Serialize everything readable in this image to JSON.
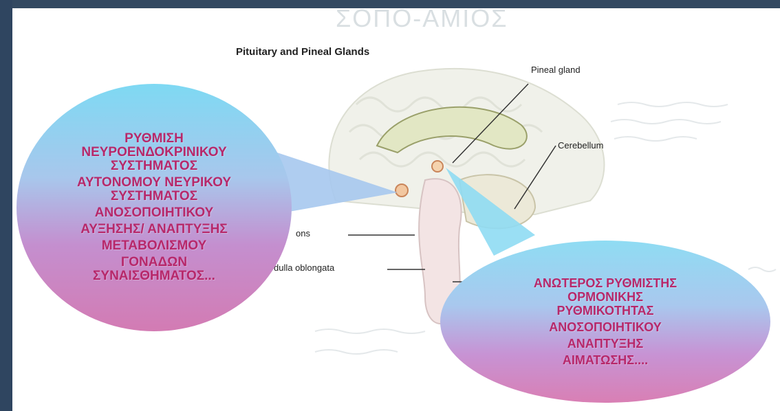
{
  "figure": {
    "title": "Pituitary and Pineal Glands",
    "labels": {
      "pineal_gland": "Pineal gland",
      "cerebellum": "Cerebellum",
      "pons": "ons",
      "medulla": "dulla oblongata"
    },
    "ghost_heading": "ΣΟΠΟ-ΑΜΙΟΣ",
    "ghost_heading_2": "ΡΠΟ-ΑΜΙΟΣ"
  },
  "left_bubble": {
    "lines": [
      "ΡΥΘΜΙΣΗ",
      "ΝΕΥΡΟΕΝΔΟΚΡΙΝΙΚΟΥ",
      "ΣΥΣΤΗΜΑΤΟΣ",
      "ΑΥΤΟΝΟΜΟΥ ΝΕΥΡΙΚΟΥ",
      "ΣΥΣΤΗΜΑΤΟΣ",
      "ΑΝΟΣΟΠΟΙΗΤΙΚΟΥ",
      "ΑΥΞΗΣΗΣ/ ΑΝΑΠΤΥΞΗΣ",
      "ΜΕΤΑΒΟΛΙΣΜΟΥ",
      "ΓΟΝΑΔΩΝ",
      "ΣΥΝΑΙΣΘΗΜΑΤΟΣ..."
    ]
  },
  "right_bubble": {
    "lines": [
      "ΑΝΩΤΕΡΟΣ ΡΥΘΜΙΣΤΗΣ",
      "ΟΡΜΟΝΙΚΗΣ",
      "ΡΥΘΜΙΚΟΤΗΤΑΣ",
      "ΑΝΟΣΟΠΟΙΗΤΙΚΟΥ",
      "ΑΝΑΠΤΥΞΗΣ",
      "ΑΙΜΑΤΩΣΗΣ...."
    ]
  },
  "colors": {
    "frame": "#34475f",
    "bubble_text": "#b7286a",
    "bubble_top": "#7ed9f3",
    "bubble_bottom": "#d37bb3"
  }
}
